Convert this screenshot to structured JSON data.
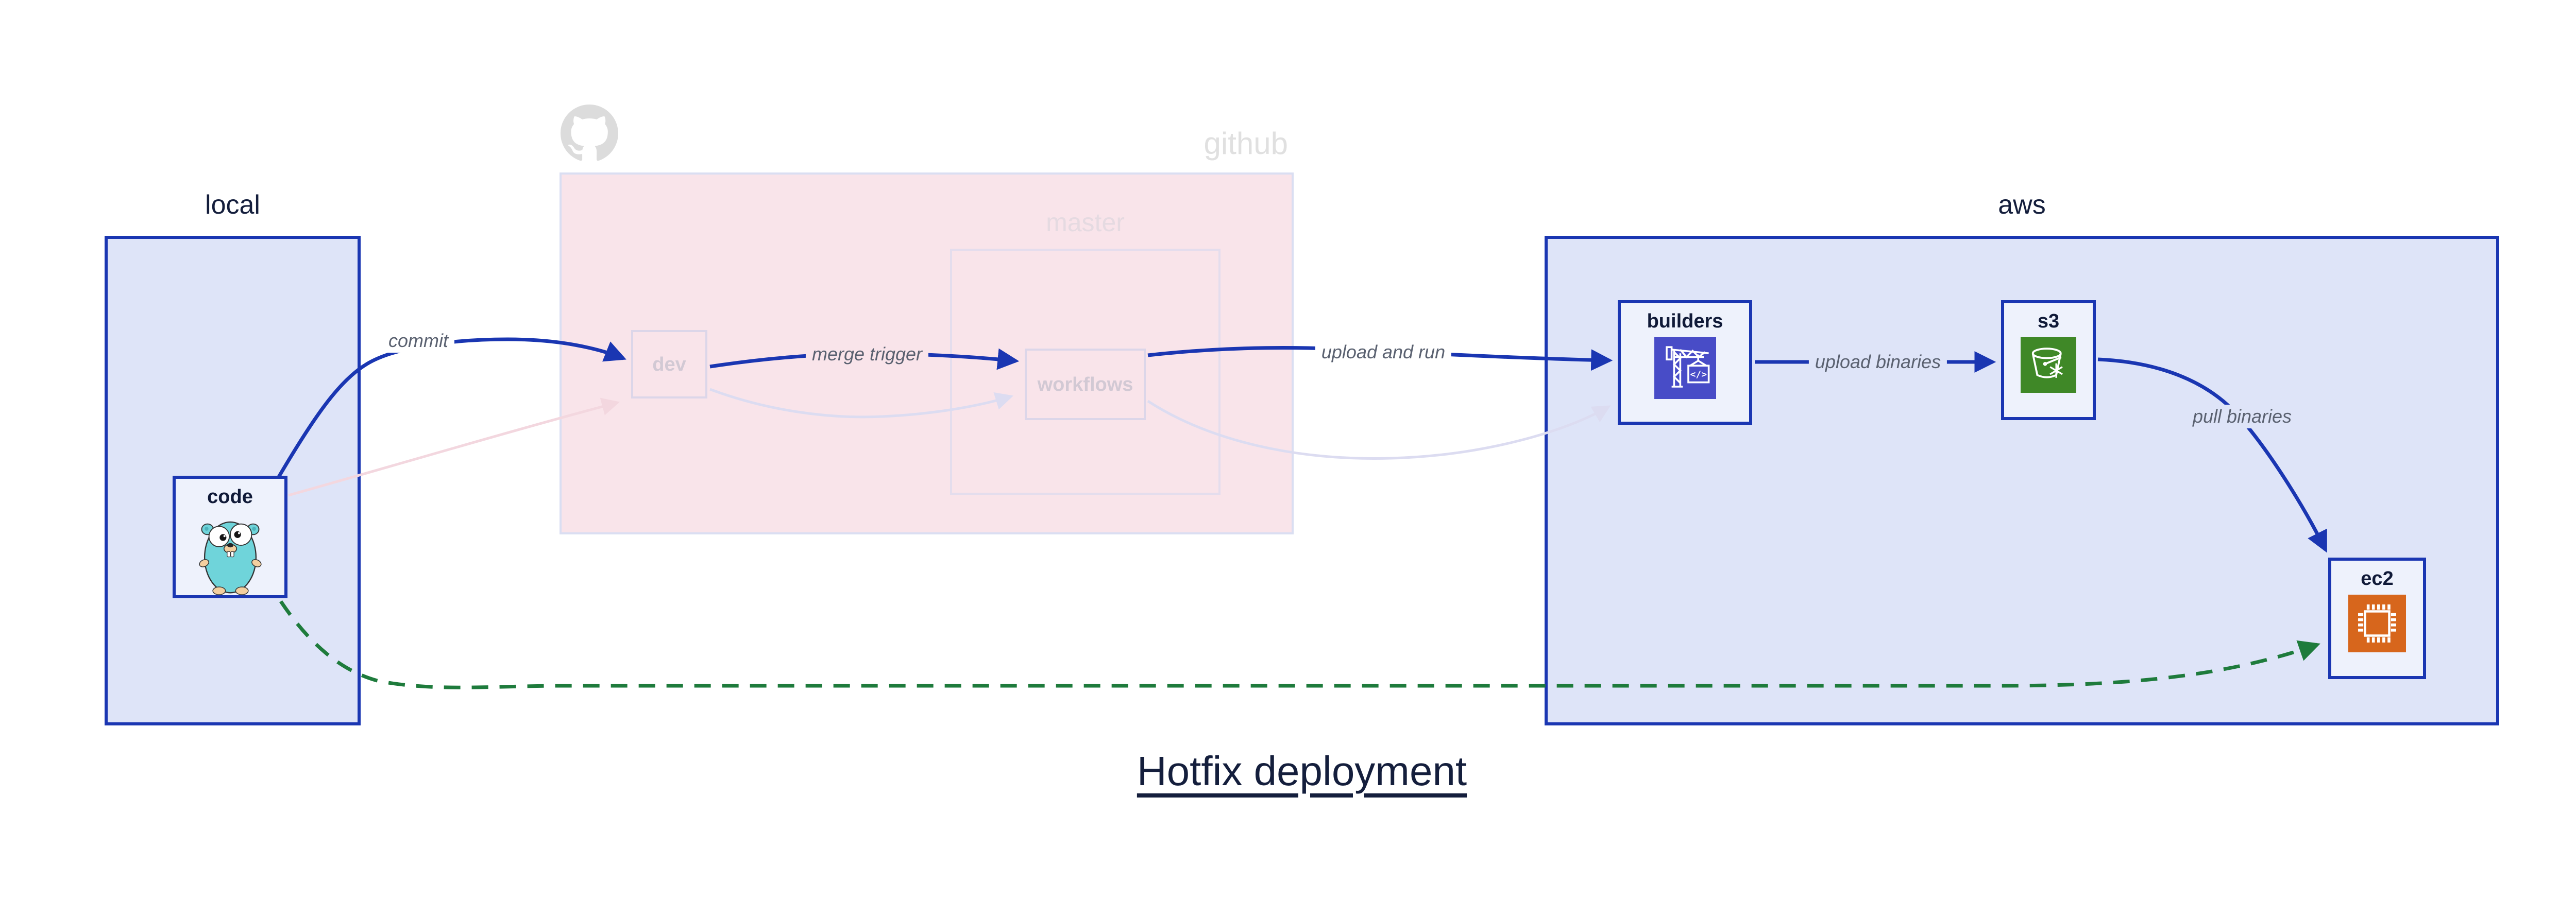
{
  "diagram": {
    "title": "Hotfix deployment",
    "groups": {
      "local": {
        "label": "local"
      },
      "github": {
        "label": "github",
        "icon": "github-octocat-icon"
      },
      "master": {
        "label": "master"
      },
      "aws": {
        "label": "aws"
      }
    },
    "nodes": {
      "code": {
        "label": "code",
        "icon": "gopher-icon",
        "group": "local"
      },
      "dev": {
        "label": "dev",
        "group": "github",
        "state": "faded"
      },
      "workflows": {
        "label": "workflows",
        "group": "github/master",
        "state": "faded"
      },
      "builders": {
        "label": "builders",
        "icon": "codebuild-crane-icon",
        "group": "aws"
      },
      "s3": {
        "label": "s3",
        "icon": "s3-bucket-icon",
        "group": "aws"
      },
      "ec2": {
        "label": "ec2",
        "icon": "ec2-chip-icon",
        "group": "aws"
      }
    },
    "edges": [
      {
        "from": "code",
        "to": "dev",
        "label": "commit",
        "style": "solid-blue"
      },
      {
        "from": "dev",
        "to": "workflows",
        "label": "merge trigger",
        "style": "solid-blue"
      },
      {
        "from": "workflows",
        "to": "builders",
        "label": "upload and run",
        "style": "solid-blue"
      },
      {
        "from": "builders",
        "to": "s3",
        "label": "upload binaries",
        "style": "solid-blue"
      },
      {
        "from": "s3",
        "to": "ec2",
        "label": "pull binaries",
        "style": "solid-blue"
      },
      {
        "from": "code",
        "to": "ec2",
        "label": "",
        "style": "dashed-green"
      },
      {
        "from": "code",
        "to": "dev",
        "label": "",
        "style": "faded-pink"
      },
      {
        "from": "dev",
        "to": "workflows",
        "label": "",
        "style": "faded-lavender"
      },
      {
        "from": "workflows",
        "to": "builders",
        "label": "",
        "style": "faded-lavender"
      }
    ],
    "colors": {
      "background": "#ffffff",
      "group_fill_blue": "#dee4f8",
      "group_border_blue": "#1a36b2",
      "node_fill": "#eef2fc",
      "node_border_blue": "#1a36b2",
      "node_label": "#101a38",
      "github_fill": "#f9e4ea",
      "github_border": "#dadef2",
      "master_border": "#e4dded",
      "faded_node_border": "#dcd6e9",
      "faded_node_label": "#d2c9d4",
      "faded_github_gray": "#e0e0e0",
      "edge_blue": "#1a36b2",
      "edge_green": "#1e7b3c",
      "edge_faded_pink": "#f3d7df",
      "edge_faded_lavender": "#dcdcf1",
      "edge_label_gray": "#5a6170",
      "title_color": "#141e3c",
      "builders_icon_bg": "#484cc7",
      "s3_icon_bg": "#3f8827",
      "ec2_icon_bg": "#d7661c",
      "gopher_teal": "#6fd4da"
    }
  }
}
